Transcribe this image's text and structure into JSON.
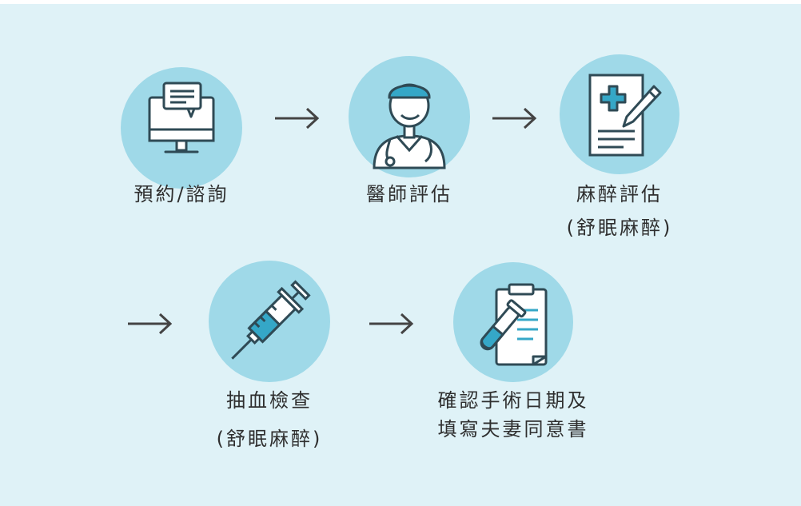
{
  "steps": [
    {
      "id": "booking",
      "label": "預約/諮詢",
      "icon": "computer-chat-icon"
    },
    {
      "id": "doctor",
      "label": "醫師評估",
      "icon": "doctor-icon"
    },
    {
      "id": "anesthesia",
      "label": "麻醉評估",
      "note": "(舒眠麻醉)",
      "icon": "medical-form-icon"
    },
    {
      "id": "blood",
      "label": "抽血檢查",
      "note": "(舒眠麻醉)",
      "icon": "syringe-icon"
    },
    {
      "id": "confirm",
      "label_line1": "確認手術日期及",
      "label_line2": "填寫夫妻同意書",
      "icon": "clipboard-test-tube-icon"
    }
  ],
  "colors": {
    "background": "#dff2f7",
    "circle": "#9fd9e8",
    "accent": "#35a7c7",
    "stroke": "#2f4a55",
    "text": "#2f2f2f"
  }
}
